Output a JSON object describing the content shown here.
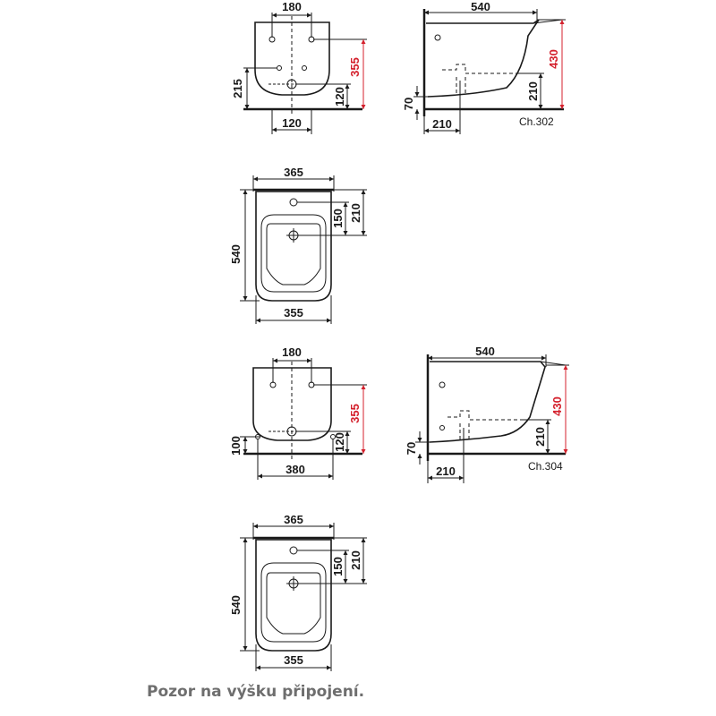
{
  "colors": {
    "line": "#1a1a1a",
    "red_dimension": "#d4202c",
    "note_text": "#6e6e6e"
  },
  "views": {
    "v1_front": {
      "width_top": "180",
      "height_left": "215",
      "height_red": "355",
      "height_inner": "120",
      "width_bottom": "120"
    },
    "v1_side": {
      "length": "540",
      "height_red": "430",
      "height_inner": "210",
      "height_floor": "70",
      "width_bottom": "210",
      "code": "Ch.302"
    },
    "v1_top": {
      "width_top": "365",
      "length_left": "540",
      "dim_150": "150",
      "dim_210": "210",
      "width_bottom": "355"
    },
    "v2_front": {
      "width_top": "180",
      "height_left": "100",
      "height_red": "355",
      "height_inner": "120",
      "width_bottom": "380"
    },
    "v2_side": {
      "length": "540",
      "height_red": "430",
      "height_inner": "210",
      "height_floor": "70",
      "width_bottom": "210",
      "code": "Ch.304"
    },
    "v2_top": {
      "width_top": "365",
      "length_left": "540",
      "dim_150": "150",
      "dim_210": "210",
      "width_bottom": "355"
    }
  },
  "note": "Pozor na výšku připojení."
}
